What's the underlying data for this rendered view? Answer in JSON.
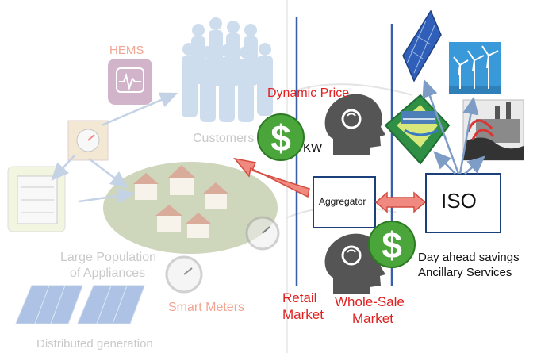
{
  "left": {
    "hems_label": "HEMS",
    "customers_label": "Customers",
    "appliances_line1": "Large Population",
    "appliances_line2": "of Appliances",
    "smart_meters_label": "Smart Meters",
    "distributed_generation_label": "Distributed generation"
  },
  "center": {
    "dynamic_price_label": "Dynamic Price",
    "kw_label": "KW",
    "aggregator_label": "Aggregator",
    "retail_market_line1": "Retail",
    "retail_market_line2": "Market"
  },
  "right": {
    "iso_label": "ISO",
    "wholesale_line1": "Whole-Sale",
    "wholesale_line2": "Market",
    "savings_line1": "Day ahead savings",
    "savings_line2": "Ancillary Services"
  },
  "icons": [
    "hems-icon",
    "customers-icon",
    "dollar-icon",
    "head-gear-icon",
    "solar-panel-icon",
    "wind-turbine-icon",
    "hydro-dam-icon",
    "power-plant-icon",
    "smart-meter-icon",
    "appliance-icon",
    "house-cluster-icon",
    "arrow-icon"
  ],
  "colors": {
    "accent_red": "#e02020",
    "dollar_green": "#4aa63a",
    "market_line_blue": "#3a5fa8",
    "arrow_blue": "#7d9cc6",
    "faded_gray": "#c9c9c9"
  }
}
